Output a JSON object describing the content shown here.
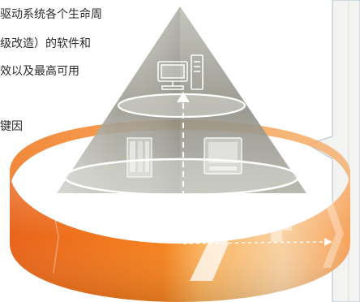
{
  "text_lines": [
    "驱动系统各个生命周",
    "级改造）的软件和",
    "效以及最高可用",
    "键因"
  ],
  "icons": [
    "computer-workstation-icon",
    "plc-controller-icon",
    "hmi-panel-icon",
    "drive-component-icon",
    "motor-icon"
  ],
  "colors": {
    "ring_orange_dark": "#e8641a",
    "ring_orange": "#f6891f",
    "ring_orange_light": "#fbb15a",
    "pyramid_grey": "#7d7d73",
    "panel_grey": "#f3f3f2",
    "panel_border": "#b9c8d4"
  }
}
